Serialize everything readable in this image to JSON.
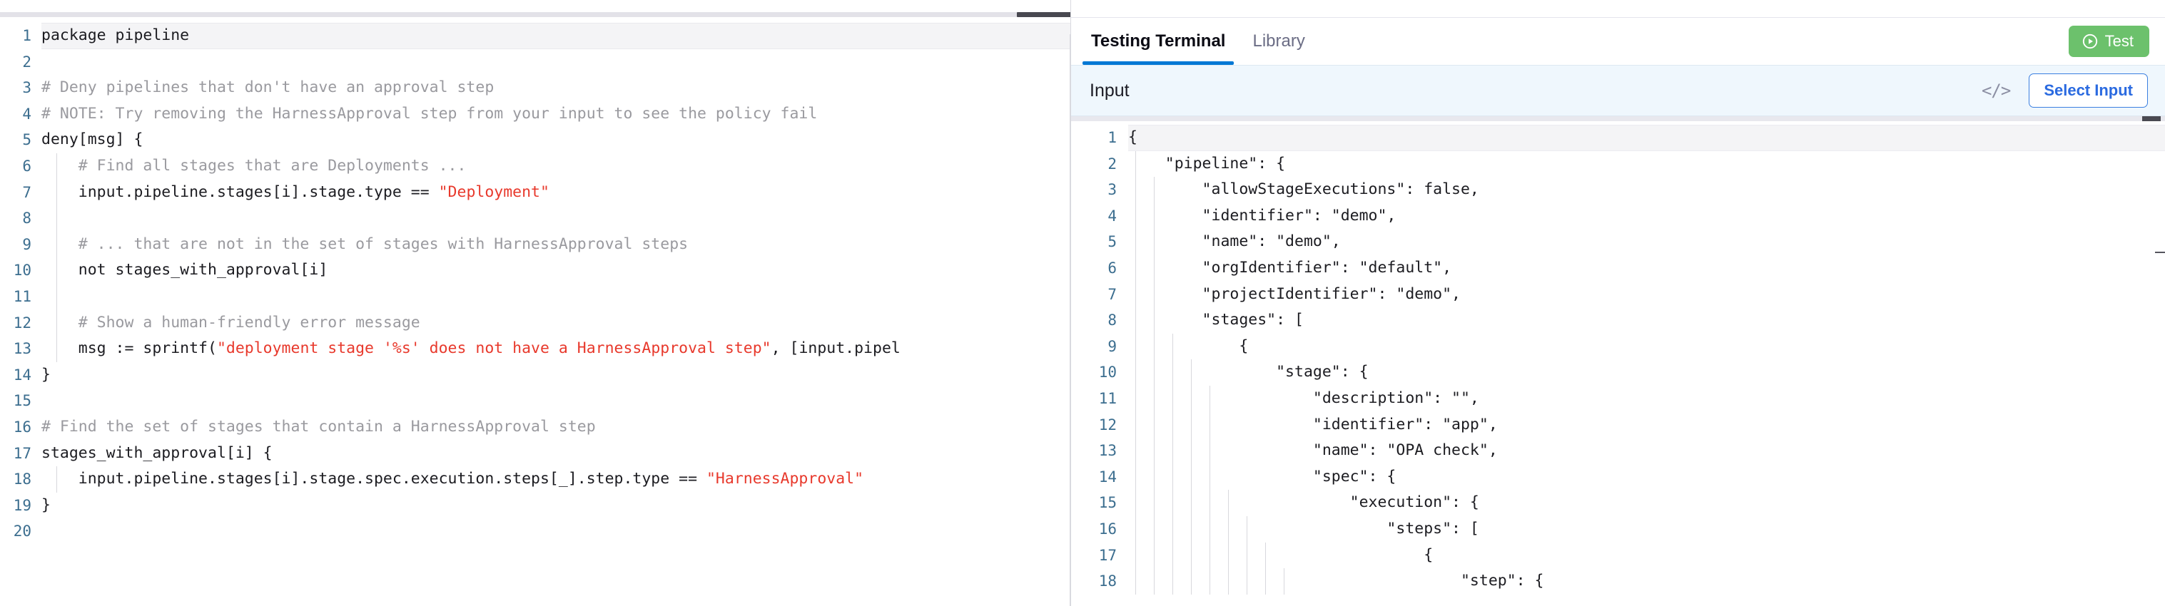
{
  "policy_editor": {
    "language": "rego",
    "scrollbar": {
      "horizontal_thumb": true
    },
    "line_count": 20,
    "line_numbers": [
      "1",
      "2",
      "3",
      "4",
      "5",
      "6",
      "7",
      "8",
      "9",
      "10",
      "11",
      "12",
      "13",
      "14",
      "15",
      "16",
      "17",
      "18",
      "19",
      "20"
    ],
    "lines": [
      {
        "n": "1",
        "indent": 0,
        "segments": [
          {
            "t": "plain",
            "s": "package pipeline"
          }
        ]
      },
      {
        "n": "2",
        "indent": 0,
        "segments": []
      },
      {
        "n": "3",
        "indent": 0,
        "segments": [
          {
            "t": "comment",
            "s": "# Deny pipelines that don't have an approval step"
          }
        ]
      },
      {
        "n": "4",
        "indent": 0,
        "segments": [
          {
            "t": "comment",
            "s": "# NOTE: Try removing the HarnessApproval step from your input to see the policy fail"
          }
        ]
      },
      {
        "n": "5",
        "indent": 0,
        "segments": [
          {
            "t": "plain",
            "s": "deny[msg] {"
          }
        ]
      },
      {
        "n": "6",
        "indent": 1,
        "segments": [
          {
            "t": "comment",
            "s": "    # Find all stages that are Deployments ..."
          }
        ]
      },
      {
        "n": "7",
        "indent": 1,
        "segments": [
          {
            "t": "plain",
            "s": "    input.pipeline.stages[i].stage.type == "
          },
          {
            "t": "string",
            "s": "\"Deployment\""
          }
        ]
      },
      {
        "n": "8",
        "indent": 1,
        "segments": []
      },
      {
        "n": "9",
        "indent": 1,
        "segments": [
          {
            "t": "comment",
            "s": "    # ... that are not in the set of stages with HarnessApproval steps"
          }
        ]
      },
      {
        "n": "10",
        "indent": 1,
        "segments": [
          {
            "t": "plain",
            "s": "    not stages_with_approval[i]"
          }
        ]
      },
      {
        "n": "11",
        "indent": 1,
        "segments": []
      },
      {
        "n": "12",
        "indent": 1,
        "segments": [
          {
            "t": "comment",
            "s": "    # Show a human-friendly error message"
          }
        ]
      },
      {
        "n": "13",
        "indent": 1,
        "segments": [
          {
            "t": "plain",
            "s": "    msg := sprintf("
          },
          {
            "t": "string",
            "s": "\"deployment stage '%s' does not have a HarnessApproval step\""
          },
          {
            "t": "plain",
            "s": ", [input.pipel"
          }
        ]
      },
      {
        "n": "14",
        "indent": 0,
        "segments": [
          {
            "t": "plain",
            "s": "}"
          }
        ]
      },
      {
        "n": "15",
        "indent": 0,
        "segments": []
      },
      {
        "n": "16",
        "indent": 0,
        "segments": [
          {
            "t": "comment",
            "s": "# Find the set of stages that contain a HarnessApproval step"
          }
        ]
      },
      {
        "n": "17",
        "indent": 0,
        "segments": [
          {
            "t": "plain",
            "s": "stages_with_approval[i] {"
          }
        ]
      },
      {
        "n": "18",
        "indent": 1,
        "segments": [
          {
            "t": "plain",
            "s": "    input.pipeline.stages[i].stage.spec.execution.steps[_].step.type == "
          },
          {
            "t": "string",
            "s": "\"HarnessApproval\""
          }
        ]
      },
      {
        "n": "19",
        "indent": 0,
        "segments": [
          {
            "t": "plain",
            "s": "}"
          }
        ]
      },
      {
        "n": "20",
        "indent": 0,
        "segments": []
      }
    ]
  },
  "right_panel": {
    "tabs": [
      {
        "label": "Testing Terminal",
        "active": true
      },
      {
        "label": "Library",
        "active": false
      }
    ],
    "test_button": {
      "label": "Test",
      "icon": "play-circle-icon",
      "color": "#6cc16c"
    },
    "input_section": {
      "title": "Input",
      "code_icon": "</>",
      "select_input_label": "Select Input",
      "accent_color": "#2a6ae0",
      "background": "#eff7fd"
    },
    "input_json": {
      "line_count": 18,
      "line_numbers": [
        "1",
        "2",
        "3",
        "4",
        "5",
        "6",
        "7",
        "8",
        "9",
        "10",
        "11",
        "12",
        "13",
        "14",
        "15",
        "16",
        "17",
        "18"
      ],
      "lines": [
        {
          "n": "1",
          "guides": 0,
          "text": "{"
        },
        {
          "n": "2",
          "guides": 1,
          "text": "    \"pipeline\": {"
        },
        {
          "n": "3",
          "guides": 2,
          "text": "        \"allowStageExecutions\": false,"
        },
        {
          "n": "4",
          "guides": 2,
          "text": "        \"identifier\": \"demo\","
        },
        {
          "n": "5",
          "guides": 2,
          "text": "        \"name\": \"demo\","
        },
        {
          "n": "6",
          "guides": 2,
          "text": "        \"orgIdentifier\": \"default\","
        },
        {
          "n": "7",
          "guides": 2,
          "text": "        \"projectIdentifier\": \"demo\","
        },
        {
          "n": "8",
          "guides": 2,
          "text": "        \"stages\": ["
        },
        {
          "n": "9",
          "guides": 3,
          "text": "            {"
        },
        {
          "n": "10",
          "guides": 4,
          "text": "                \"stage\": {"
        },
        {
          "n": "11",
          "guides": 5,
          "text": "                    \"description\": \"\","
        },
        {
          "n": "12",
          "guides": 5,
          "text": "                    \"identifier\": \"app\","
        },
        {
          "n": "13",
          "guides": 5,
          "text": "                    \"name\": \"OPA check\","
        },
        {
          "n": "14",
          "guides": 5,
          "text": "                    \"spec\": {"
        },
        {
          "n": "15",
          "guides": 6,
          "text": "                        \"execution\": {"
        },
        {
          "n": "16",
          "guides": 7,
          "text": "                            \"steps\": ["
        },
        {
          "n": "17",
          "guides": 8,
          "text": "                                {"
        },
        {
          "n": "18",
          "guides": 9,
          "text": "                                    \"step\": {"
        }
      ]
    }
  }
}
